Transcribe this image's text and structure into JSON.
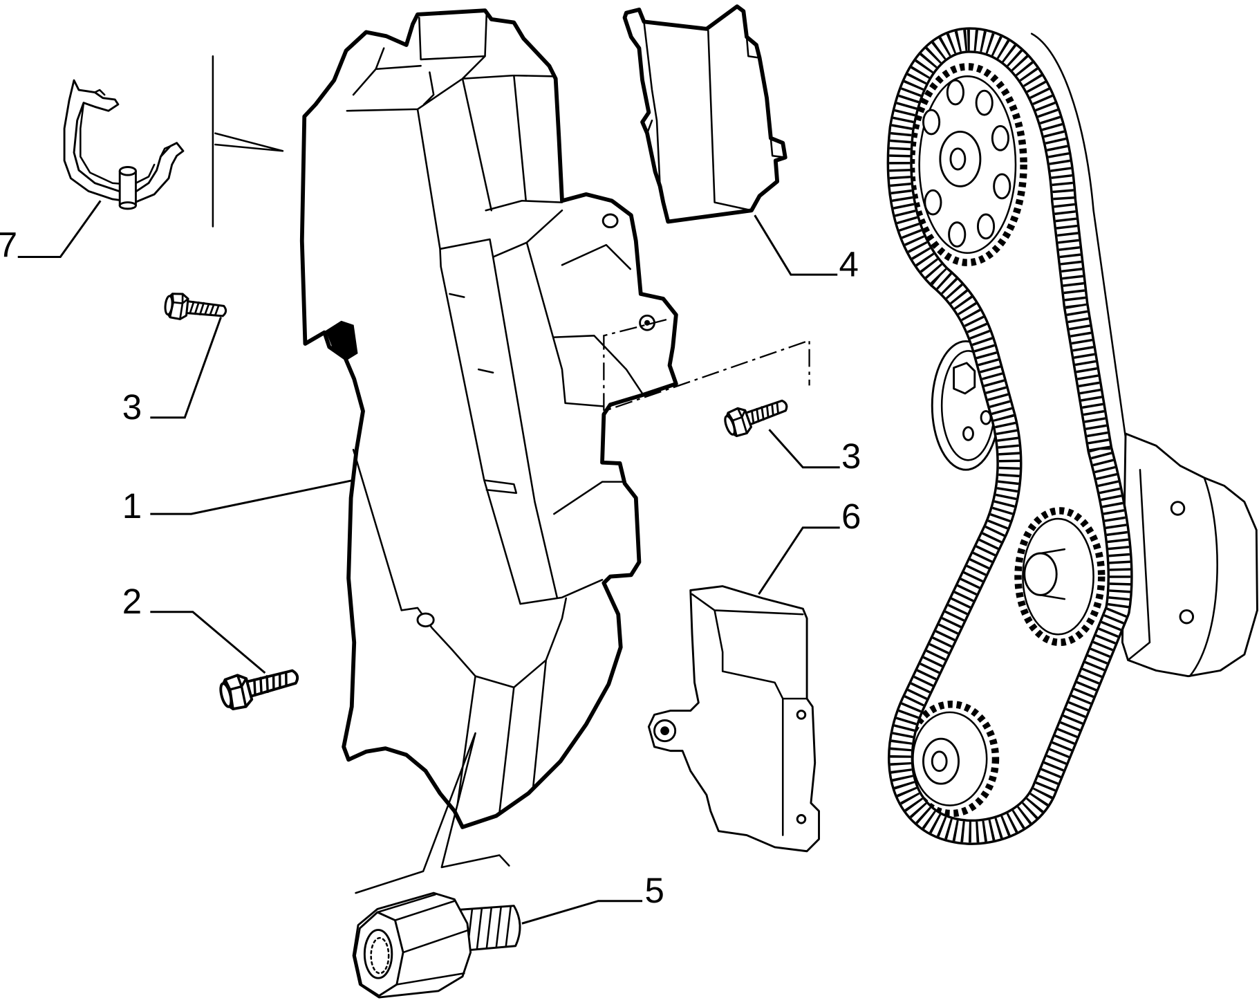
{
  "colors": {
    "ink": "#000000",
    "paper": "#ffffff"
  },
  "callouts": [
    {
      "label": "7"
    },
    {
      "label": "3"
    },
    {
      "label": "1"
    },
    {
      "label": "2"
    },
    {
      "label": "4"
    },
    {
      "label": "3"
    },
    {
      "label": "6"
    },
    {
      "label": "5"
    }
  ]
}
